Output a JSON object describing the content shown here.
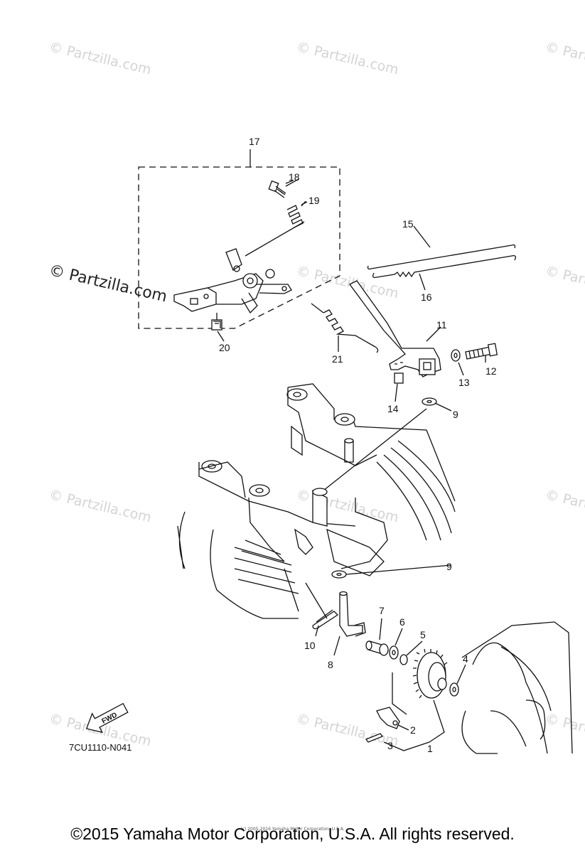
{
  "watermark": {
    "text": "© Partzilla.com"
  },
  "callouts": {
    "c1": "1",
    "c2": "2",
    "c3": "3",
    "c4": "4",
    "c5": "5",
    "c6": "6",
    "c7": "7",
    "c8": "8",
    "c9a": "9",
    "c9b": "9",
    "c10": "10",
    "c11": "11",
    "c12": "12",
    "c13": "13",
    "c14": "14",
    "c15": "15",
    "c16": "16",
    "c17": "17",
    "c18": "18",
    "c19": "19",
    "c20": "20",
    "c21": "21"
  },
  "fwd_label": "FWD",
  "diagram_code": "7CU1110-N041",
  "footer": {
    "copyright": "©2015 Yamaha Motor Corporation, U.S.A. All rights reserved.",
    "small_print": "(c) 2005-2016 Yamaha Motor Corporation, U.S.A."
  }
}
